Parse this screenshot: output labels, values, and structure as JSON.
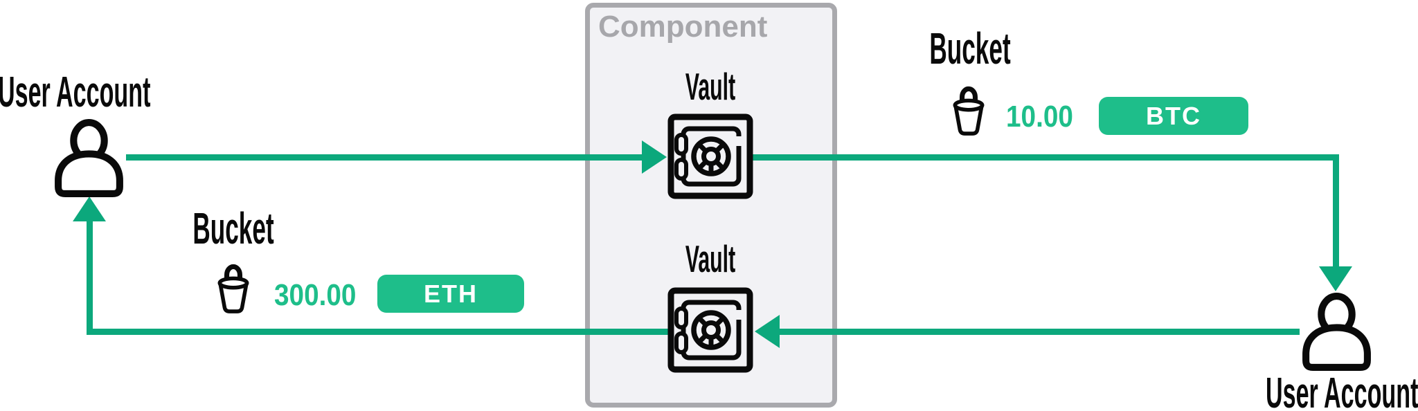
{
  "colors": {
    "flow_green": "#0ca87c",
    "badge_green": "#1ebe8a",
    "icon_black": "#0a0a0a",
    "component_fill": "#f2f2f5",
    "component_border": "#a9a9ad",
    "component_label_gray": "#a7a7ab",
    "background": "#ffffff"
  },
  "component": {
    "label": "Component"
  },
  "nodes": {
    "user_account_left": {
      "label": "User Account"
    },
    "user_account_right": {
      "label": "User Account"
    },
    "vault_top": {
      "label": "Vault"
    },
    "vault_bottom": {
      "label": "Vault"
    }
  },
  "flows": {
    "btc": {
      "bucket_label": "Bucket",
      "amount": "10.00",
      "asset": "BTC",
      "from": "user_account_left",
      "via": "vault_top",
      "to": "user_account_right"
    },
    "eth": {
      "bucket_label": "Bucket",
      "amount": "300.00",
      "asset": "ETH",
      "from": "user_account_right",
      "via": "vault_bottom",
      "to": "user_account_left"
    }
  }
}
